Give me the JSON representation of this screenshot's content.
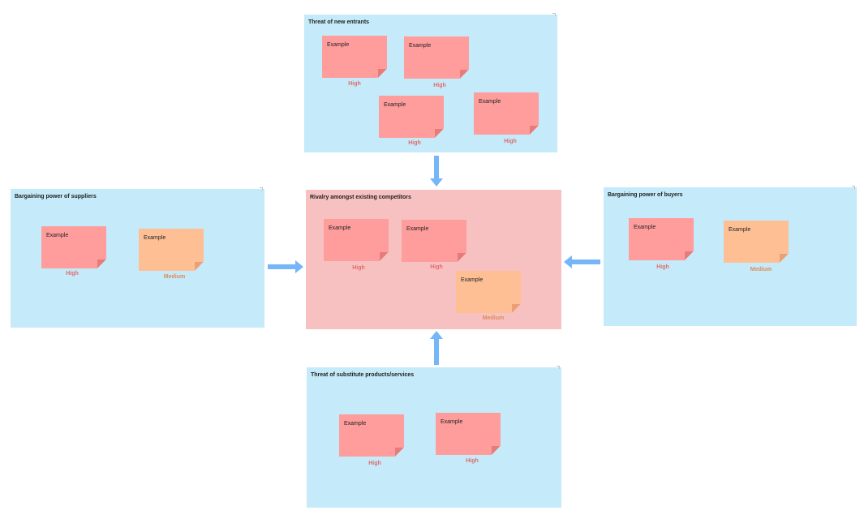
{
  "colors": {
    "frame_blue": "#c5eaf9",
    "frame_red": "#f7c1c1",
    "note_high": "#ff9d9d",
    "note_medium": "#ffbf95",
    "label_high": "#e06c6c",
    "label_medium": "#dd8c58",
    "arrow": "#74b6f7"
  },
  "frames": {
    "new_entrants": {
      "title": "Threat of new entrants",
      "notes": [
        {
          "text": "Example",
          "level": "High"
        },
        {
          "text": "Example",
          "level": "High"
        },
        {
          "text": "Example",
          "level": "High"
        },
        {
          "text": "Example",
          "level": "High"
        }
      ]
    },
    "suppliers": {
      "title": "Bargaining power of suppliers",
      "notes": [
        {
          "text": "Example",
          "level": "High"
        },
        {
          "text": "Example",
          "level": "Medium"
        }
      ]
    },
    "rivalry": {
      "title": "Rivalry amongst existing competitors",
      "notes": [
        {
          "text": "Example",
          "level": "High"
        },
        {
          "text": "Example",
          "level": "High"
        },
        {
          "text": "Example",
          "level": "Medium"
        }
      ]
    },
    "buyers": {
      "title": "Bargaining power of buyers",
      "notes": [
        {
          "text": "Example",
          "level": "High"
        },
        {
          "text": "Example",
          "level": "Medium"
        }
      ]
    },
    "substitutes": {
      "title": "Threat of substitute products/services",
      "notes": [
        {
          "text": "Example",
          "level": "High"
        },
        {
          "text": "Example",
          "level": "High"
        }
      ]
    }
  }
}
